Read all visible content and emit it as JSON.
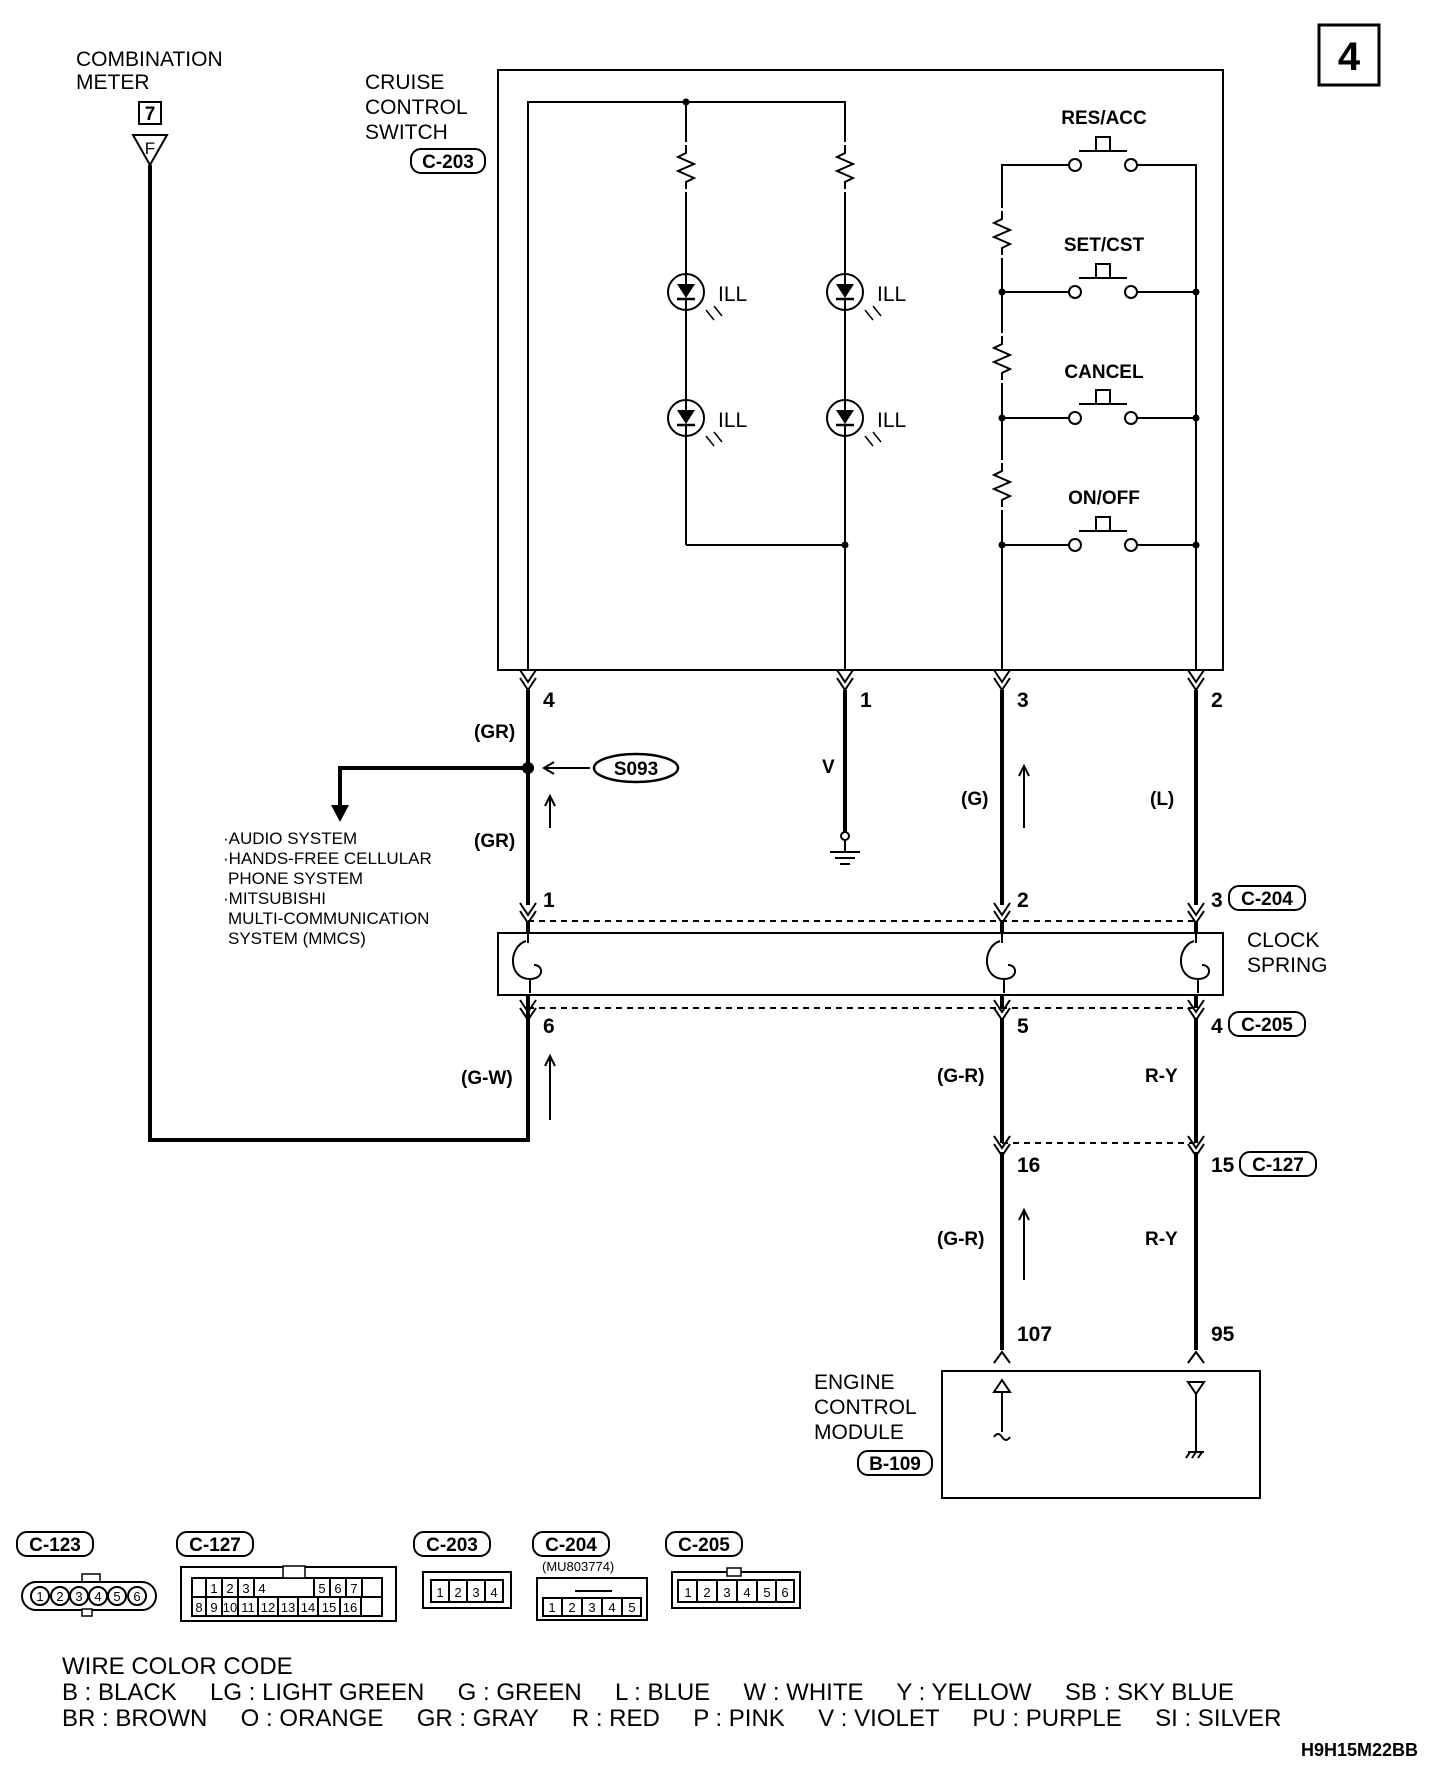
{
  "page_number": "4",
  "combination_meter": {
    "line1": "COMBINATION",
    "line2": "METER",
    "pin": "7",
    "terminal": "F"
  },
  "cruise_switch": {
    "line1": "CRUISE",
    "line2": "CONTROL",
    "line3": "SWITCH",
    "connector": "C-203"
  },
  "switches": [
    "RES/ACC",
    "SET/CST",
    "CANCEL",
    "ON/OFF"
  ],
  "ill_label": "ILL",
  "switch_pins": [
    "4",
    "1",
    "3",
    "2"
  ],
  "wires": {
    "gr": "(GR)",
    "v": "V",
    "g": "(G)",
    "l": "(L)",
    "gw": "(G-W)",
    "gr_red": "(G-R)",
    "ry": "R-Y"
  },
  "splice": "S093",
  "audio_list": [
    "·AUDIO SYSTEM",
    "·HANDS-FREE CELLULAR",
    "PHONE SYSTEM",
    "·MITSUBISHI",
    "MULTI-COMMUNICATION",
    "SYSTEM (MMCS)"
  ],
  "clock_spring": {
    "line1": "CLOCK",
    "line2": "SPRING",
    "top_pins": [
      "1",
      "2",
      "3"
    ],
    "top_connector": "C-204",
    "bottom_pins": [
      "6",
      "5",
      "4"
    ],
    "bottom_connector": "C-205"
  },
  "c127_pins": [
    "16",
    "15"
  ],
  "c127_connector": "C-127",
  "ecm": {
    "line1": "ENGINE",
    "line2": "CONTROL",
    "line3": "MODULE",
    "connector": "B-109",
    "pins": [
      "107",
      "95"
    ]
  },
  "connector_views": {
    "c123": {
      "name": "C-123",
      "pins": [
        "1",
        "2",
        "3",
        "4",
        "5",
        "6"
      ]
    },
    "c127": {
      "name": "C-127",
      "top": [
        "1",
        "2",
        "3",
        "4",
        "5",
        "6",
        "7"
      ],
      "bottom": [
        "8",
        "9",
        "10",
        "11",
        "12",
        "13",
        "14",
        "15",
        "16"
      ]
    },
    "c203": {
      "name": "C-203",
      "pins": [
        "1",
        "2",
        "3",
        "4"
      ]
    },
    "c204": {
      "name": "C-204",
      "part": "(MU803774)",
      "pins": [
        "1",
        "2",
        "3",
        "4",
        "5"
      ]
    },
    "c205": {
      "name": "C-205",
      "pins": [
        "1",
        "2",
        "3",
        "4",
        "5",
        "6"
      ]
    }
  },
  "wire_color_code": {
    "title": "WIRE COLOR CODE",
    "row1": "B : BLACK     LG : LIGHT GREEN     G : GREEN     L : BLUE     W : WHITE     Y : YELLOW     SB : SKY BLUE",
    "row2": "BR : BROWN     O : ORANGE     GR : GRAY     R : RED     P : PINK     V : VIOLET     PU : PURPLE     SI : SILVER"
  },
  "figure_code": "H9H15M22BB"
}
